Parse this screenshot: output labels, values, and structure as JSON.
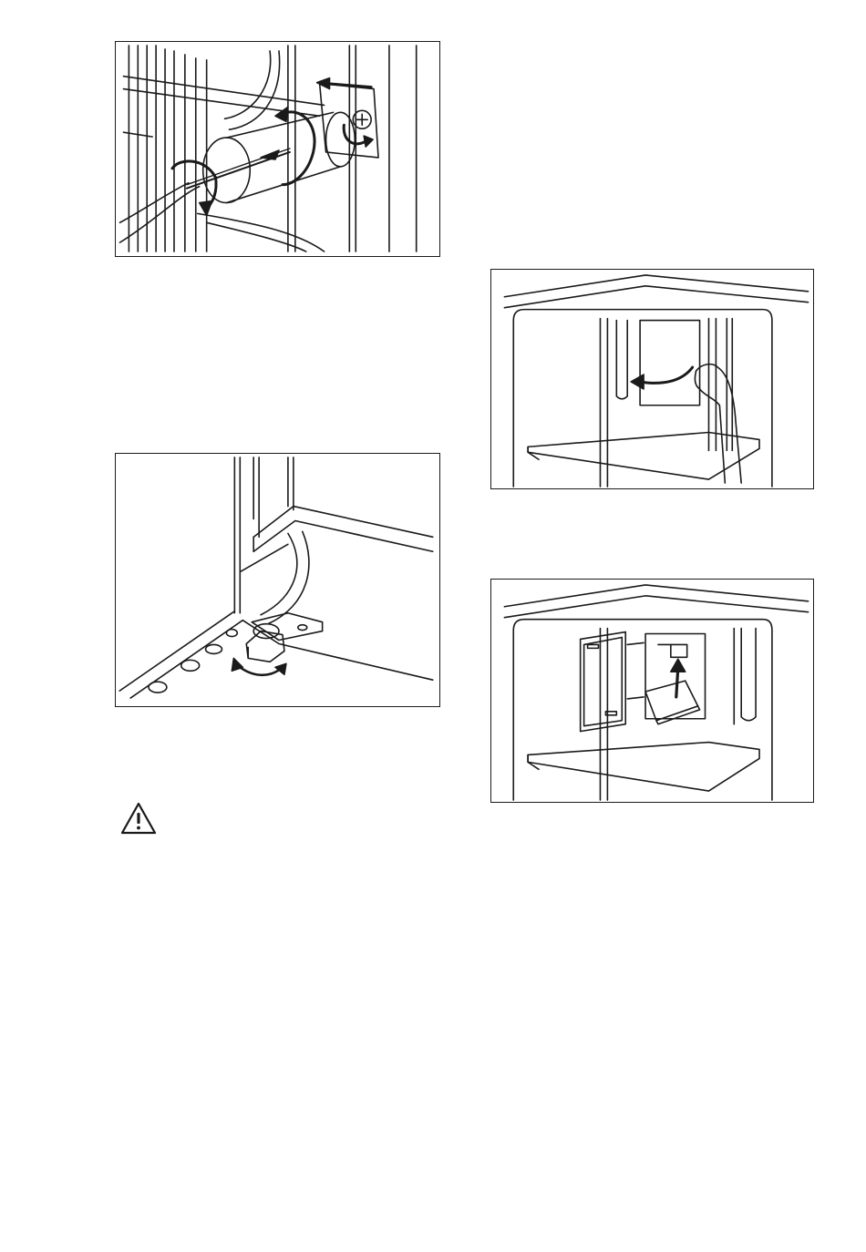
{
  "page": {
    "background": "#ffffff",
    "line_color": "#1a1a1a"
  },
  "figures": [
    {
      "name": "screwdriver-removal-illustration",
      "icon": "screwdriver-rotate-icon"
    },
    {
      "name": "door-hinge-adjustment-illustration",
      "icon": "adjustable-foot-icon"
    },
    {
      "name": "cover-removal-illustration",
      "icon": "hand-pull-cover-icon"
    },
    {
      "name": "filter-replacement-illustration",
      "icon": "filter-insert-icon"
    }
  ],
  "warning": {
    "icon": "warning-triangle-icon"
  }
}
